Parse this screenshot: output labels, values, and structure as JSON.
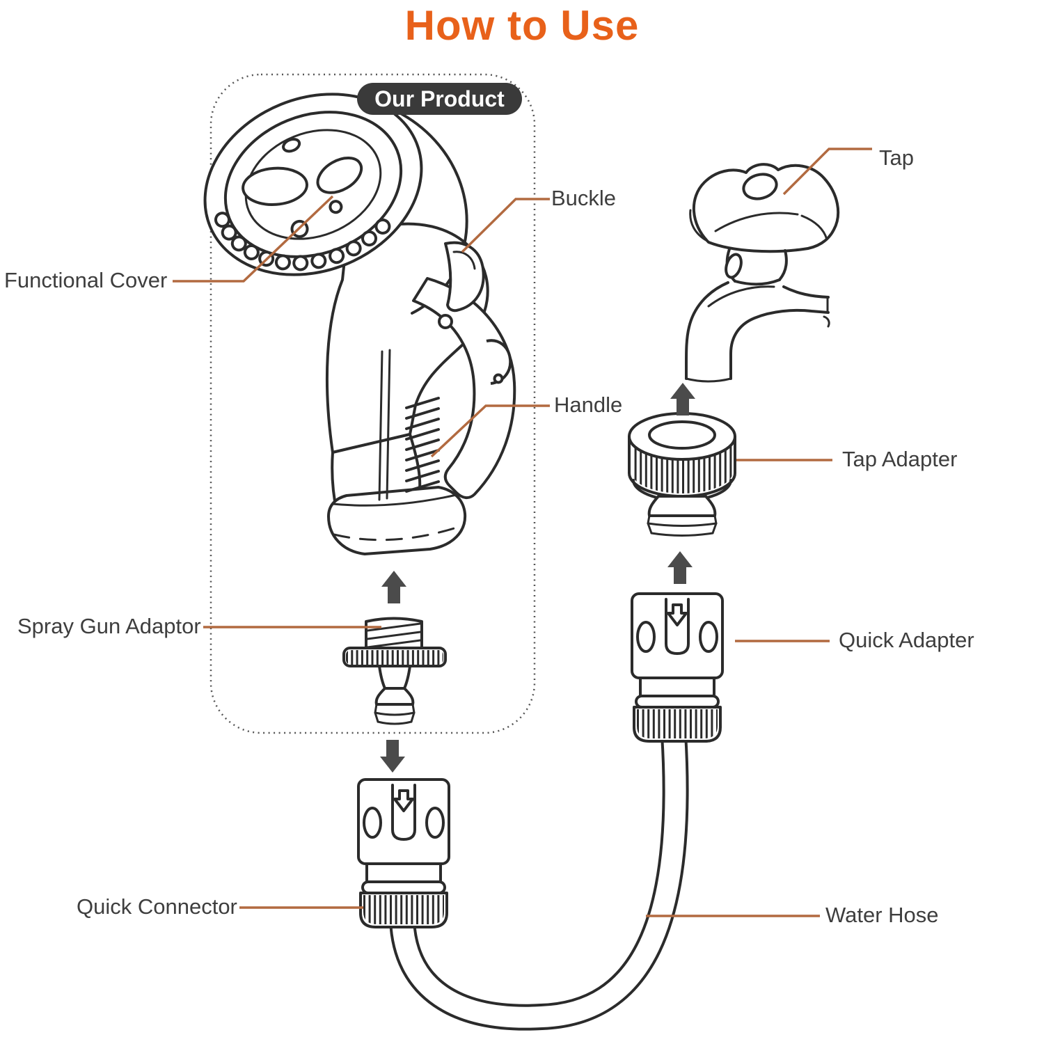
{
  "title": "How to Use",
  "product_box": {
    "badge": "Our Product"
  },
  "labels": {
    "functional_cover": "Functional Cover",
    "buckle": "Buckle",
    "handle": "Handle",
    "spray_gun_adaptor": "Spray Gun Adaptor",
    "quick_connector": "Quick Connector",
    "tap": "Tap",
    "tap_adapter": "Tap Adapter",
    "quick_adapter": "Quick Adapter",
    "water_hose": "Water Hose"
  },
  "colors": {
    "title_orange": "#e8611a",
    "leader_line": "#b26a40",
    "badge_background": "#3a3a3a",
    "badge_text": "#ffffff",
    "label_text": "#3e3e3e",
    "line_art": "#2b2b2b",
    "arrow_gray": "#4b4b4b"
  }
}
